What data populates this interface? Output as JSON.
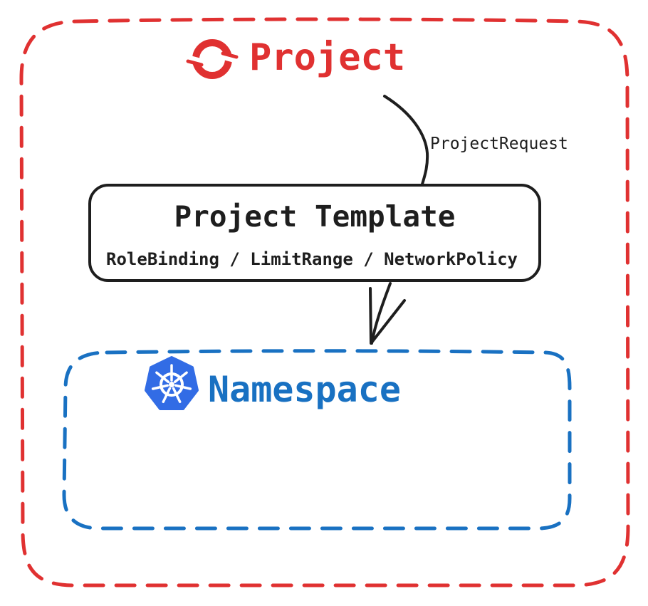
{
  "project": {
    "label": "Project",
    "color": "#e03131",
    "icon": "openshift-logo"
  },
  "namespace": {
    "label": "Namespace",
    "color": "#1971c2",
    "icon": "kubernetes-logo",
    "icon_color": "#326ce5"
  },
  "project_request": {
    "label": "ProjectRequest"
  },
  "template": {
    "title": "Project Template",
    "resources": "RoleBinding / LimitRange / NetworkPolicy",
    "border_color": "#1e1e1e"
  }
}
